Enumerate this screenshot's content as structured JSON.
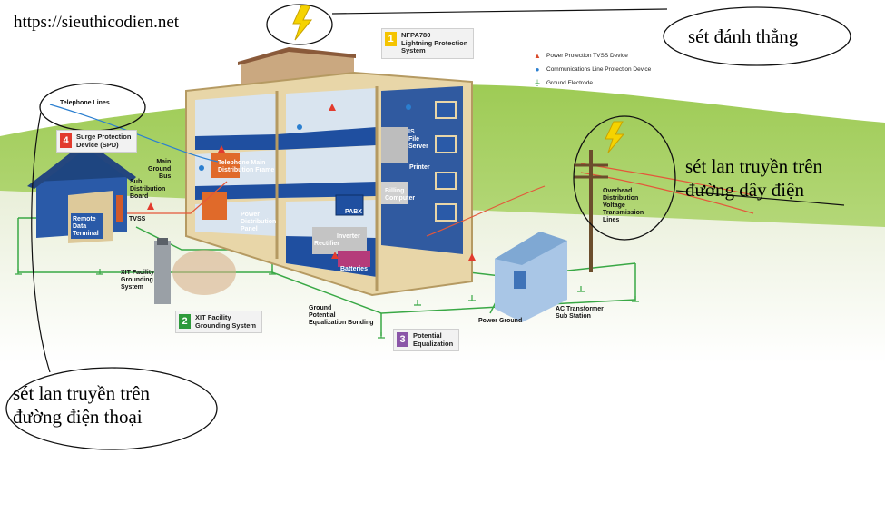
{
  "website": "https://sieuthicodien.net",
  "callouts": {
    "direct_strike": "sét đánh thẳng",
    "power_line_surge": [
      "sét lan truyền trên",
      "đường dây điện"
    ],
    "phone_line_surge": [
      "sét lan truyền trên",
      "đường điện thoại"
    ]
  },
  "badges": [
    {
      "number": "1",
      "text": "NFPA780\nLightning Protection\nSystem",
      "color": "#f5c400"
    },
    {
      "number": "2",
      "text": "XIT Facility\nGrounding System",
      "color": "#2e9a3c"
    },
    {
      "number": "3",
      "text": "Potential\nEqualization",
      "color": "#8a55a8"
    },
    {
      "number": "4",
      "text": "Surge Protection\nDevice (SPD)",
      "color": "#e23b2e"
    }
  ],
  "legend": [
    {
      "symbol": "▲",
      "label": "Power Protection TVSS Device",
      "color": "#d94a2a"
    },
    {
      "symbol": "●",
      "label": "Communications Line Protection Device",
      "color": "#2b7fd0"
    },
    {
      "symbol": "⏚",
      "label": "Ground Electrode",
      "color": "#2e9a3c"
    }
  ],
  "labels": {
    "telephone_lines": "Telephone Lines",
    "main_ground_bus": "Main\nGround\nBus",
    "sub_distribution_board": "Sub\nDistribution\nBoard",
    "tvss": "TVSS",
    "remote_data_terminal": "Remote\nData\nTerminal",
    "xit_grounding": "XIT Facility\nGrounding\nSystem",
    "telephone_main_frame": "Telephone Main\nDistribution Frame",
    "power_distribution_panel": "Power\nDistribution\nPanel",
    "is_file_server": "IS\nFile\nServer",
    "printer": "Printer",
    "billing_computer": "Billing\nComputer",
    "pabx": "PABX",
    "inverter": "Inverter",
    "rectifier": "Rectifier",
    "batteries": "Batteries",
    "ground_potential_bonding": "Ground\nPotential\nEqualization Bonding",
    "power_ground": "Power Ground",
    "ac_transformer": "AC Transformer\nSub Station",
    "overhead_lines": "Overhead\nDistribution\nVoltage\nTransmission\nLines"
  },
  "colors": {
    "sky": "#ffffff",
    "ground": "#8fbf4a",
    "building_wall": "#e8d6a8",
    "floor_blue": "#1f4fa0",
    "roof_brown": "#8a5a3a",
    "lightning_yellow": "#f5d300"
  }
}
